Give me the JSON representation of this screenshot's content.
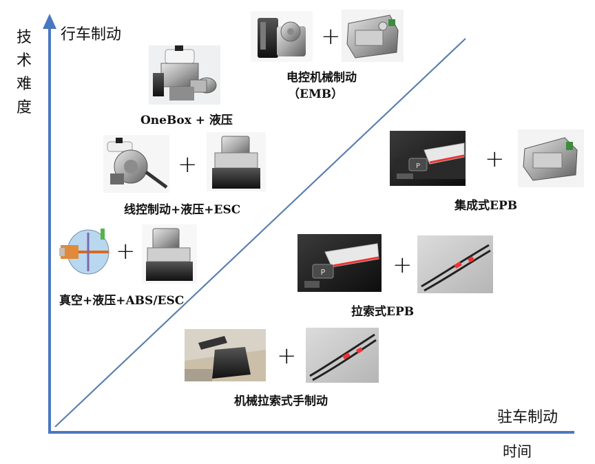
{
  "axis": {
    "y_title": "技术难度",
    "y_title_chars": [
      "技",
      "术",
      "难",
      "度"
    ],
    "x_title": "时间"
  },
  "groups": {
    "service_brake": "行车制动",
    "parking_brake": "驻车制动"
  },
  "plus_sign": "+",
  "service_items": [
    {
      "label": "电控机械制动",
      "label2": "（EMB）",
      "components": [
        "motor-unit",
        "caliper"
      ]
    },
    {
      "label": "OneBox + 液压",
      "components": [
        "onebox-unit"
      ]
    },
    {
      "label": "线控制动+液压+ESC",
      "components": [
        "booster",
        "esc-module"
      ]
    },
    {
      "label": "真空+液压+ABS/ESC",
      "components": [
        "vacuum-booster",
        "esc-module"
      ]
    }
  ],
  "parking_items": [
    {
      "label": "集成式EPB",
      "components": [
        "epb-switch",
        "caliper"
      ]
    },
    {
      "label": "拉索式EPB",
      "components": [
        "epb-switch",
        "cable"
      ]
    },
    {
      "label": "机械拉索式手制动",
      "components": [
        "hand-lever",
        "cable"
      ]
    }
  ],
  "colors": {
    "axis": "#4a78c0",
    "diagonal": "#5a7fb0"
  }
}
